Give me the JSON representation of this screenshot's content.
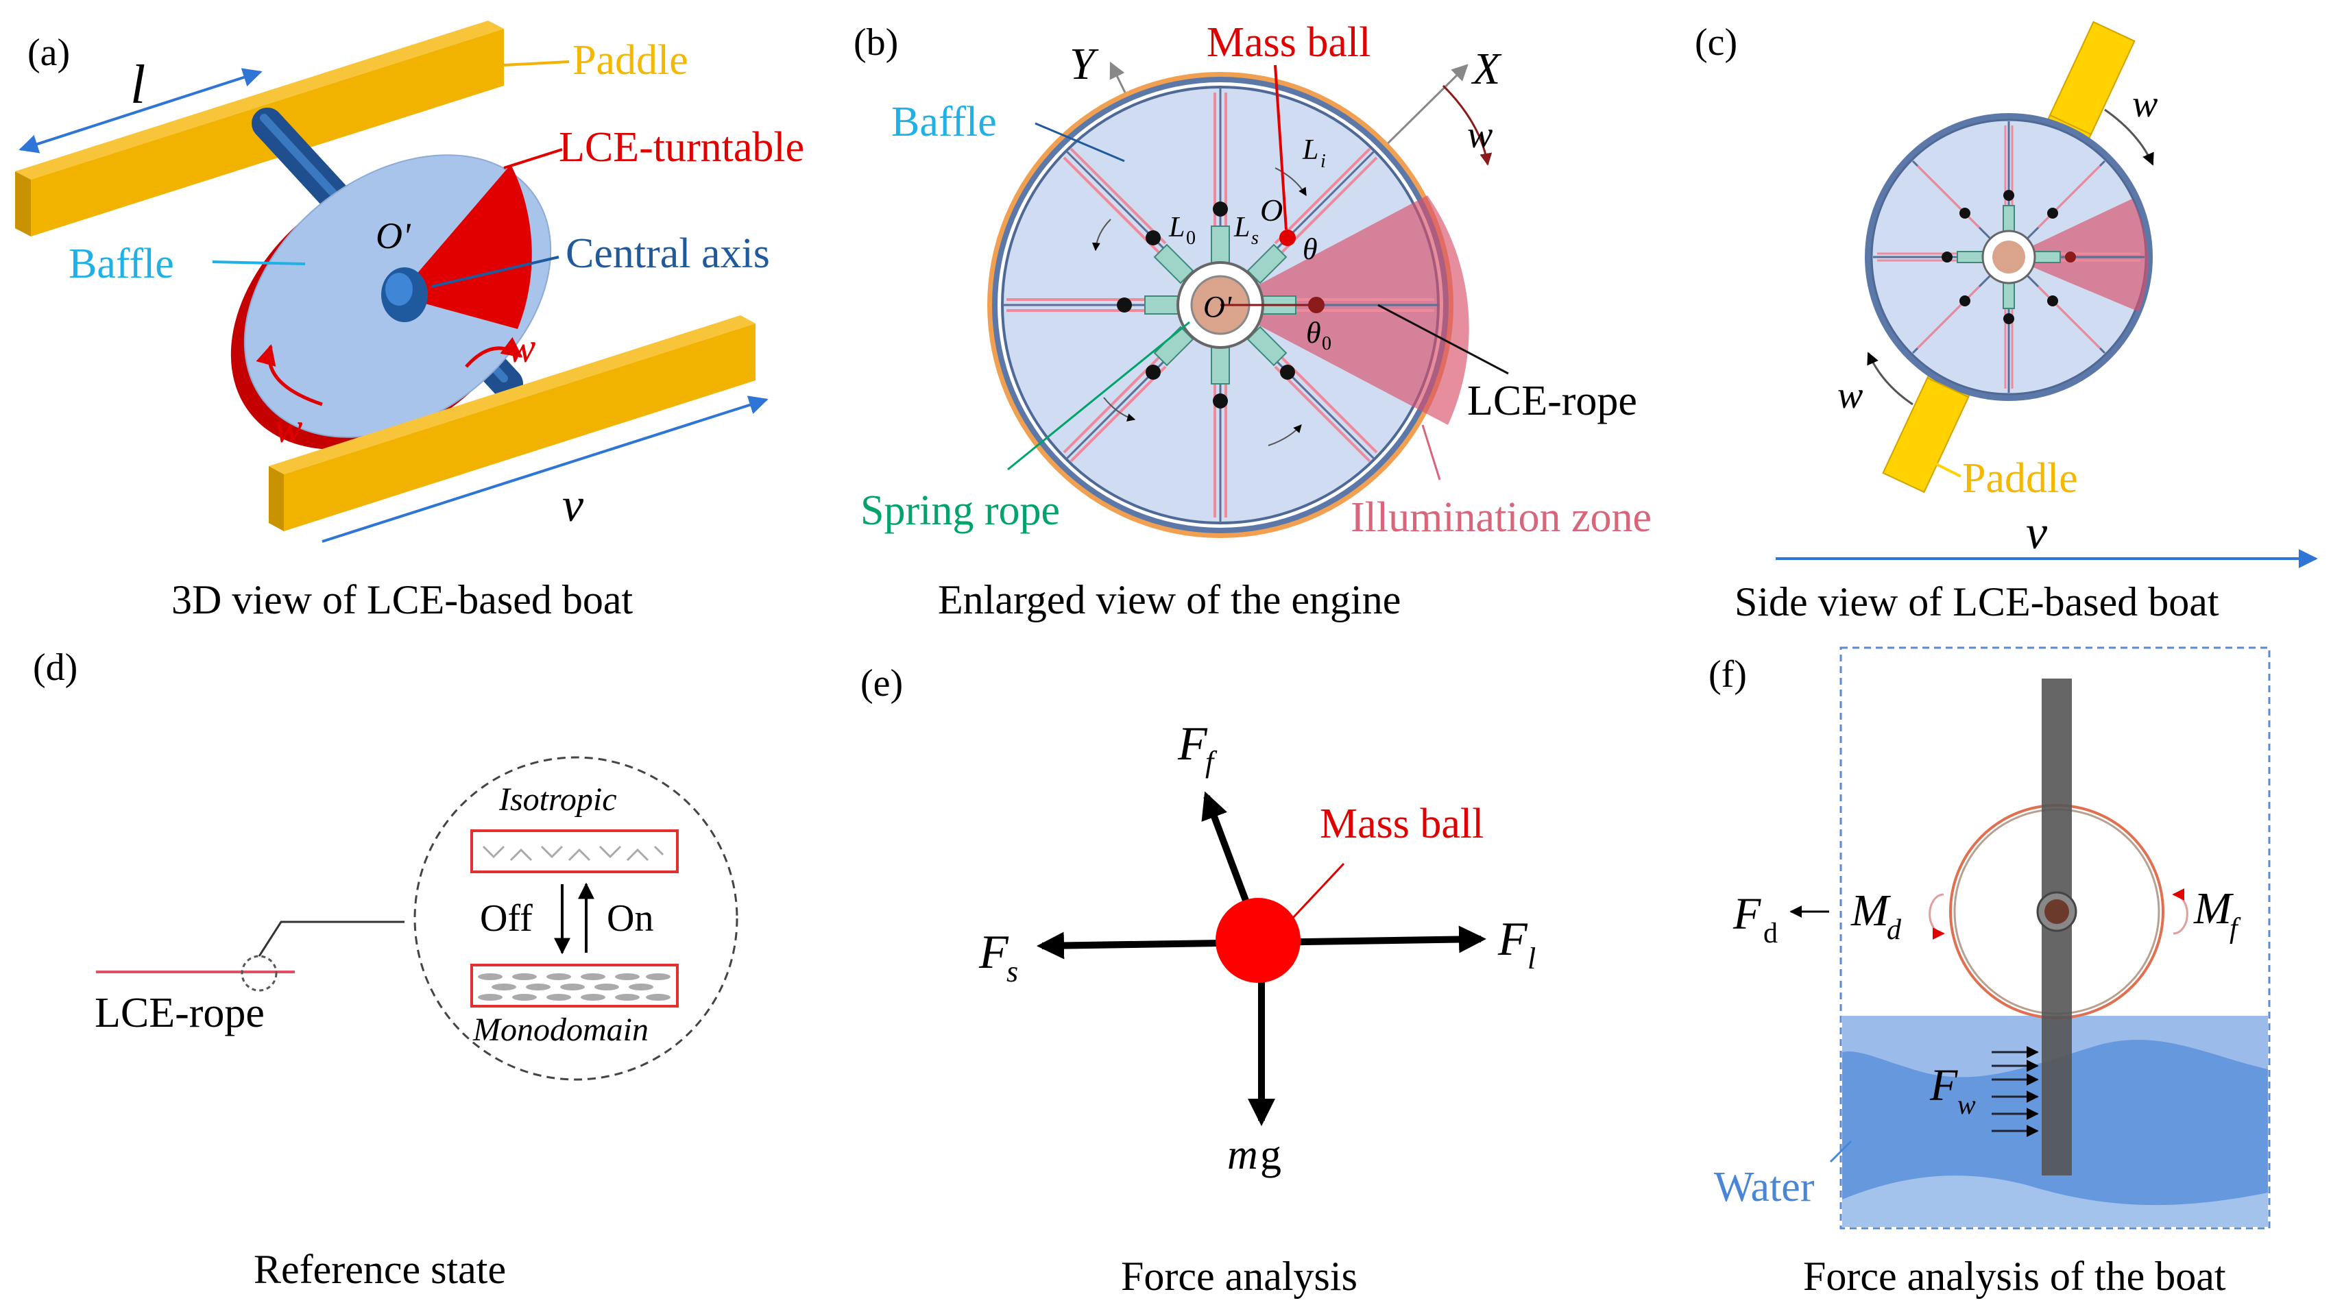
{
  "colors": {
    "paddle": "#f2b200",
    "paddle_label": "#f5b800",
    "baffle": "#a9c4ea",
    "baffle_label": "#1fb0e6",
    "lce_red": "#e00000",
    "axis_blue": "#1f5a9e",
    "central_axis_label": "#1f5a9e",
    "spring_green": "#00a36a",
    "illumination": "#d9506a",
    "illumination_label": "#d9657a",
    "water": "#4a86d6",
    "velocity_arrow": "#2f75d6"
  },
  "panels": {
    "a": {
      "tag": "(a)",
      "caption": "3D view of LCE-based boat",
      "labels": {
        "paddle": "Paddle",
        "lce_turntable": "LCE-turntable",
        "baffle": "Baffle",
        "central_axis": "Central axis",
        "origin": "O'",
        "length": "l",
        "velocity": "v",
        "omega_1": "w",
        "omega_2": "w"
      }
    },
    "b": {
      "tag": "(b)",
      "caption": "Enlarged view of the engine",
      "labels": {
        "y_axis": "Y",
        "x_axis": "X",
        "mass_ball": "Mass ball",
        "baffle": "Baffle",
        "omega": "w",
        "l_i": "L",
        "l_i_sub": "i",
        "l_0": "L",
        "l_0_sub": "0",
        "l_s": "L",
        "l_s_sub": "s",
        "o": "O",
        "o_prime": "O'",
        "theta": "θ",
        "theta_0": "θ",
        "theta_0_sub": "0",
        "lce_rope": "LCE-rope",
        "spring_rope": "Spring rope",
        "illumination_zone": "Illumination zone"
      }
    },
    "c": {
      "tag": "(c)",
      "caption": "Side view of LCE-based boat",
      "labels": {
        "omega_top": "w",
        "omega_bottom": "w",
        "paddle": "Paddle",
        "velocity": "v"
      }
    },
    "d": {
      "tag": "(d)",
      "caption": "Reference state",
      "labels": {
        "isotropic": "Isotropic",
        "off": "Off",
        "on": "On",
        "monodomain": "Monodomain",
        "lce_rope": "LCE-rope"
      }
    },
    "e": {
      "tag": "(e)",
      "caption": "Force analysis",
      "labels": {
        "ff": "F",
        "ff_sub": "f",
        "mass_ball": "Mass ball",
        "fs": "F",
        "fs_sub": "s",
        "fl": "F",
        "fl_sub": "l",
        "mg_m": "m",
        "mg_g": "g"
      }
    },
    "f": {
      "tag": "(f)",
      "caption": "Force analysis of the boat",
      "labels": {
        "fd": "F",
        "fd_sub": "d",
        "md": "M",
        "md_sub": "d",
        "mf": "M",
        "mf_sub": "f",
        "fw": "F",
        "fw_sub": "w",
        "water": "Water"
      }
    }
  }
}
